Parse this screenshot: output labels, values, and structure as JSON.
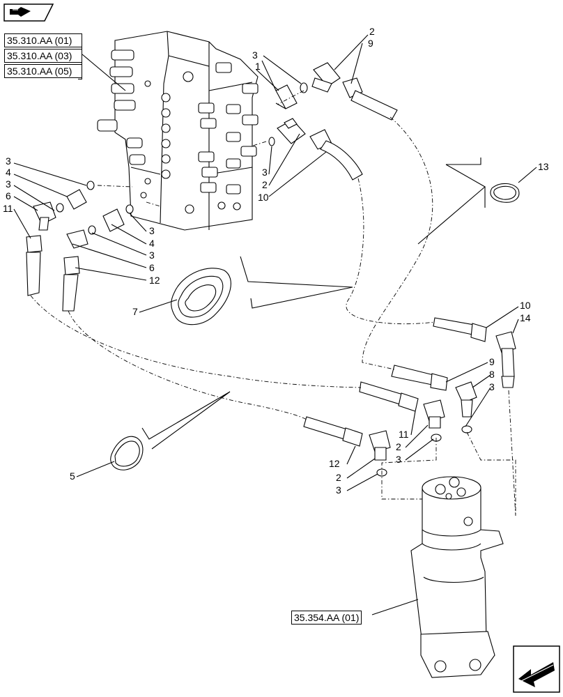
{
  "header_icon": "book-arrow-icon",
  "footer_icon": "previous-arrow-icon",
  "references": {
    "valve_refs": [
      "35.310.AA (01)",
      "35.310.AA (03)",
      "35.310.AA (05)"
    ],
    "swivel_ref": "35.354.AA (01)"
  },
  "callouts": {
    "c1": "1",
    "c2a": "2",
    "c9a": "9",
    "c3a": "3",
    "c3b": "3",
    "c2b": "2",
    "c10a": "10",
    "c3c": "3",
    "c4a": "4",
    "c3d": "3",
    "c6a": "6",
    "c11a": "11",
    "c3e": "3",
    "c4b": "4",
    "c3f": "3",
    "c6b": "6",
    "c12a": "12",
    "c7": "7",
    "c13": "13",
    "c5": "5",
    "c10b": "10",
    "c14": "14",
    "c9b": "9",
    "c8": "8",
    "c3g": "3",
    "c11b": "11",
    "c2c": "2",
    "c3h": "3",
    "c12b": "12",
    "c2d": "2",
    "c3i": "3"
  }
}
